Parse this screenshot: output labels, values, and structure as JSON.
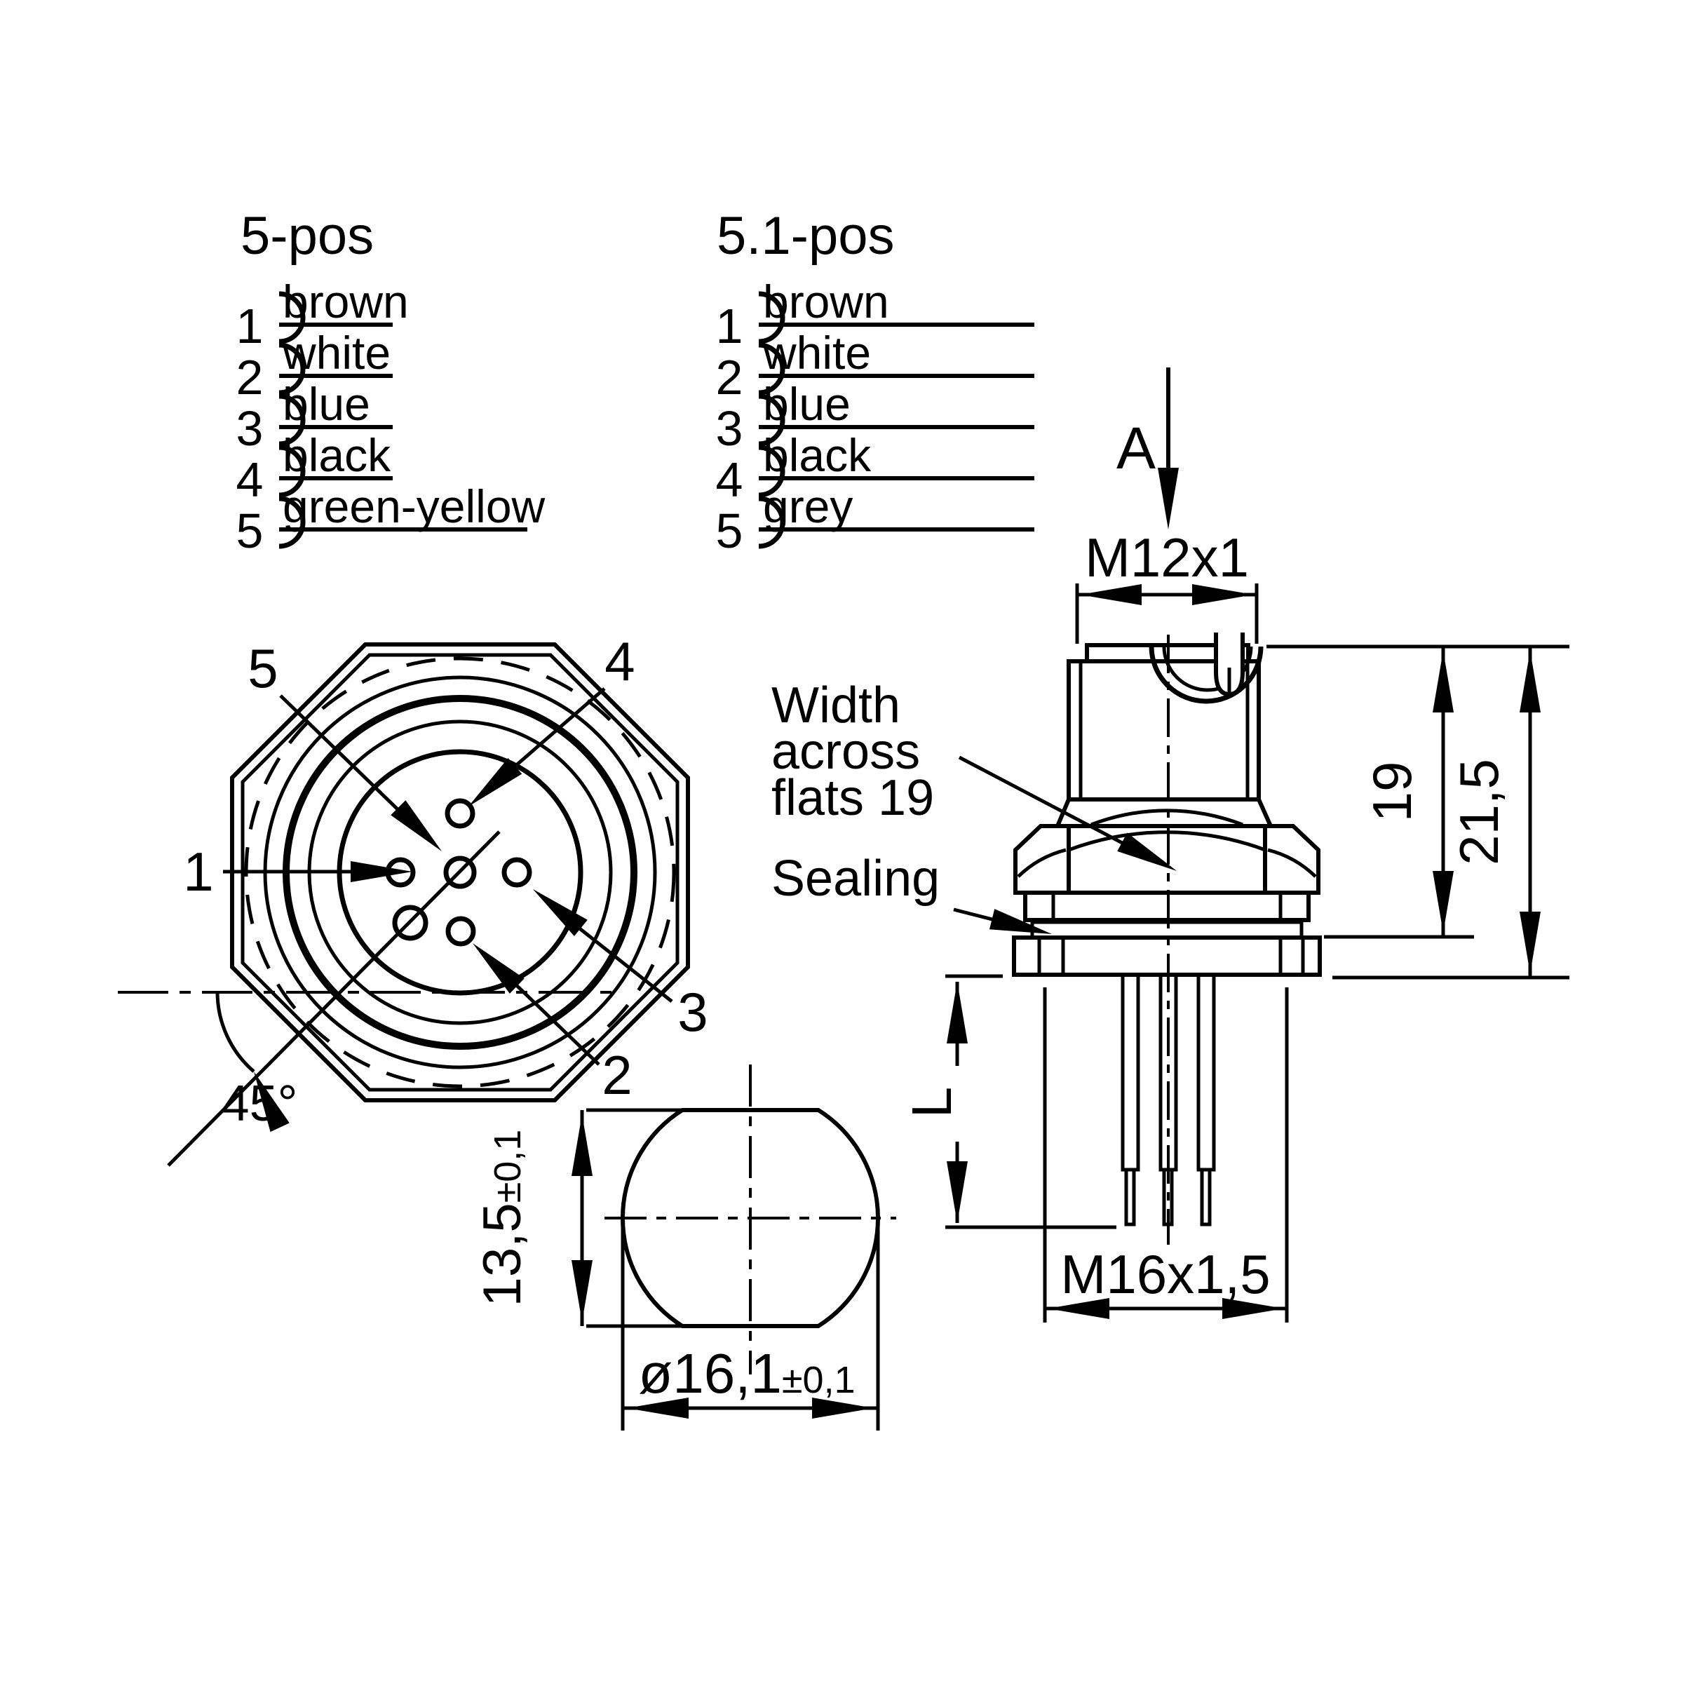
{
  "pin_tables": [
    {
      "title": "5-pos",
      "rows": [
        {
          "n": "1",
          "color": "brown"
        },
        {
          "n": "2",
          "color": "white"
        },
        {
          "n": "3",
          "color": "blue"
        },
        {
          "n": "4",
          "color": "black"
        },
        {
          "n": "5",
          "color": "green-yellow"
        }
      ]
    },
    {
      "title": "5.1-pos",
      "rows": [
        {
          "n": "1",
          "color": "brown"
        },
        {
          "n": "2",
          "color": "white"
        },
        {
          "n": "3",
          "color": "blue"
        },
        {
          "n": "4",
          "color": "black"
        },
        {
          "n": "5",
          "color": "grey"
        }
      ]
    }
  ],
  "face_view": {
    "pin_labels": {
      "p1": "1",
      "p2": "2",
      "p3": "3",
      "p4": "4",
      "p5": "5"
    },
    "angle": "45°"
  },
  "side_view": {
    "view_label": "A",
    "thread_top": "M12x1",
    "dim_depth": "19",
    "dim_total": "21,5",
    "dim_length": "L",
    "thread_mount": "M16x1,5",
    "note_flats": {
      "line1": "Width",
      "line2": "across",
      "line3": "flats 19"
    },
    "note_sealing": "Sealing"
  },
  "bottom_view": {
    "dim_height": "13,5",
    "dim_height_tol": "±0,1",
    "dim_diameter": "ø16,1",
    "dim_diameter_tol": "±0,1"
  },
  "colors": {
    "line": "#000000",
    "background": "#ffffff"
  }
}
